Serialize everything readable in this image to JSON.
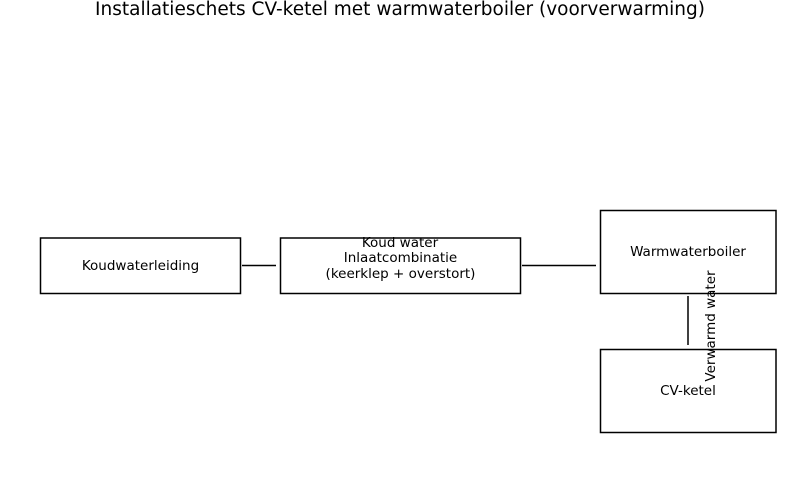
{
  "title": "Installatieschets CV-ketel met warmwaterboiler (voorverwarming)",
  "nodes": {
    "koudwaterleiding": {
      "label": "Koudwaterleiding"
    },
    "inlaatcombinatie": {
      "label_line1": "Inlaatcombinatie",
      "label_line2": "(keerklep + overstort)"
    },
    "warmwaterboiler": {
      "label": "Warmwaterboiler"
    },
    "cv_ketel": {
      "label": "CV-ketel"
    }
  },
  "edges": {
    "koud_water": {
      "label": "Koud water"
    },
    "verwarmd_water": {
      "label": "Verwarmd water"
    }
  }
}
